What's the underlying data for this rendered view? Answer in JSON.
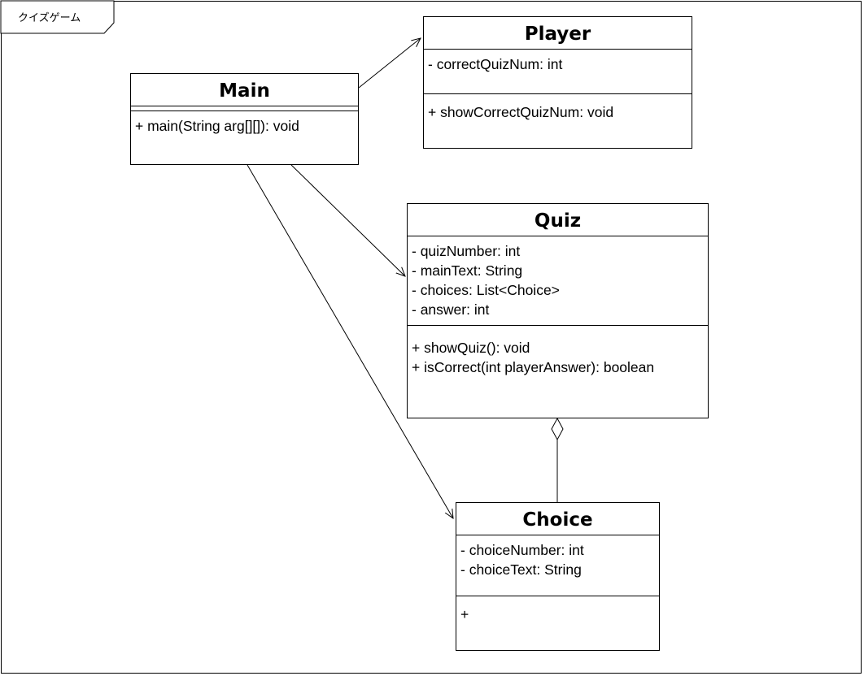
{
  "frame": {
    "label": "クイズゲーム"
  },
  "classes": {
    "main": {
      "name": "Main",
      "methods": [
        "+ main(String arg[][]): void"
      ]
    },
    "player": {
      "name": "Player",
      "attributes": [
        "- correctQuizNum: int"
      ],
      "methods": [
        "+ showCorrectQuizNum: void"
      ]
    },
    "quiz": {
      "name": "Quiz",
      "attributes": [
        "- quizNumber: int",
        "- mainText: String",
        "- choices: List<Choice>",
        "- answer: int"
      ],
      "methods": [
        "+ showQuiz(): void",
        "+ isCorrect(int playerAnswer): boolean"
      ]
    },
    "choice": {
      "name": "Choice",
      "attributes": [
        "- choiceNumber: int",
        "- choiceText: String"
      ],
      "methods": [
        "+"
      ]
    }
  },
  "relations": [
    {
      "from": "Main",
      "to": "Player",
      "type": "association"
    },
    {
      "from": "Main",
      "to": "Quiz",
      "type": "association"
    },
    {
      "from": "Main",
      "to": "Choice",
      "type": "association"
    },
    {
      "from": "Choice",
      "to": "Quiz",
      "type": "aggregation"
    }
  ]
}
